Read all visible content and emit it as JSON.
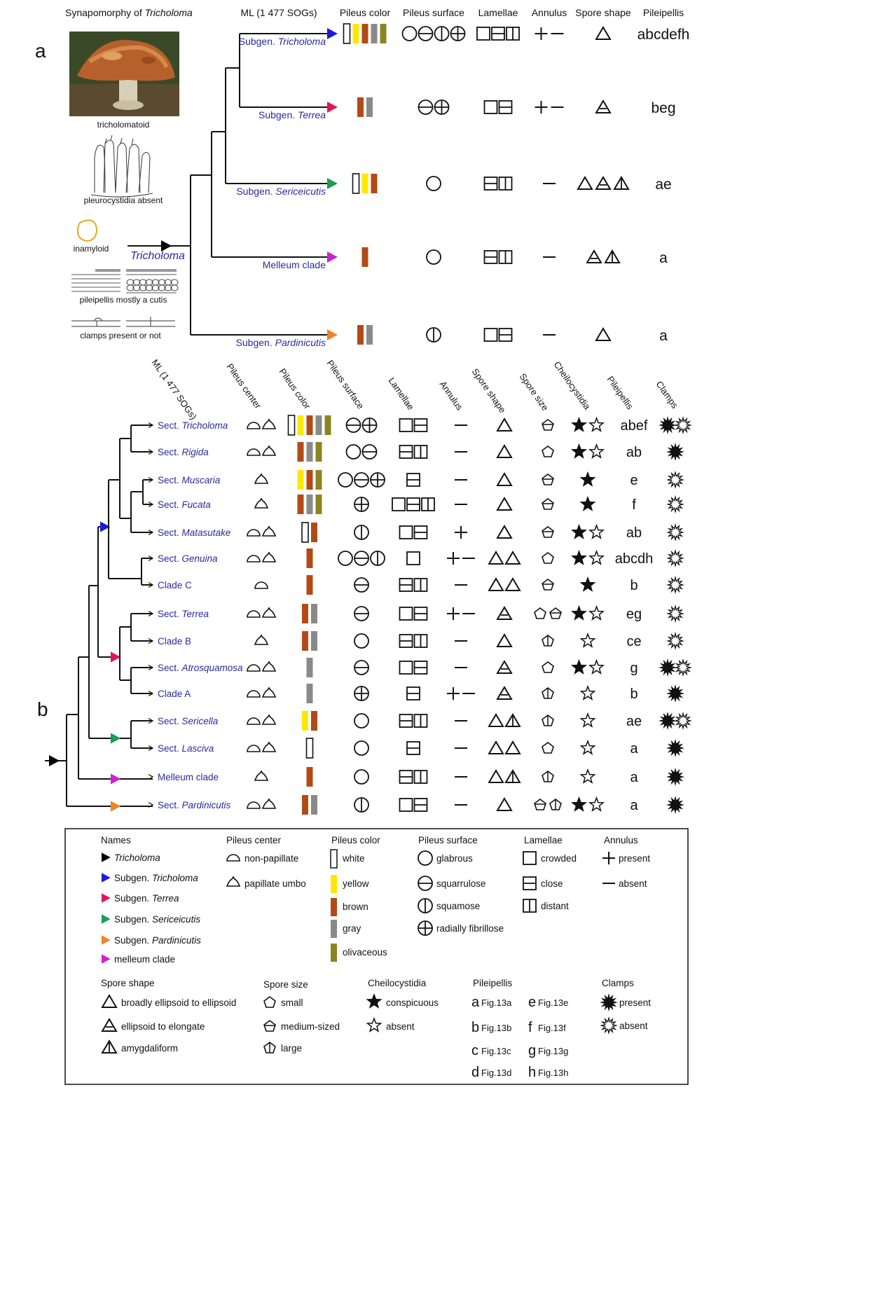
{
  "colors": {
    "white": "#ffffff",
    "yellow": "#ffe800",
    "brown": "#b34a16",
    "gray": "#8a8a8a",
    "olivaceous": "#8c8420",
    "blue": "#1a1adf",
    "red": "#e3155a",
    "green": "#1a9e50",
    "orange": "#ee8422",
    "magenta": "#d022d0",
    "black": "#000000",
    "text_blue": "#2a2aa0"
  },
  "panel_a": {
    "panel_label": "a",
    "synapomorphy": {
      "title_prefix": "Synapomorphy of ",
      "title_italic": "Tricholoma",
      "photo_caption": "tricholomatoid",
      "caption_cystidia": "pleurocystidia absent",
      "caption_amyloid": "inamyloid",
      "caption_cutis": "pileipellis mostly a cutis",
      "caption_clamps": "clamps present or not"
    },
    "tree_title": "ML (1 477 SOGs)",
    "root_label": "Tricholoma",
    "headers": [
      "Pileus color",
      "Pileus surface",
      "Lamellae",
      "Annulus",
      "Spore shape",
      "Pileipellis"
    ],
    "rows": [
      {
        "prefix": "Subgen. ",
        "name": "Tricholoma",
        "arrow": "blue",
        "colors": [
          "white",
          "yellow",
          "brown",
          "gray",
          "olivaceous"
        ],
        "surface": [
          "glabrous",
          "squarrulose",
          "squamose",
          "radially"
        ],
        "lamellae": [
          "crowded",
          "close",
          "distant"
        ],
        "annulus": [
          "present",
          "absent"
        ],
        "spore": [
          "ellipsoid"
        ],
        "pileipellis": "abcdefh"
      },
      {
        "prefix": "Subgen. ",
        "name": "Terrea",
        "arrow": "red",
        "colors": [
          "brown",
          "gray"
        ],
        "surface": [
          "squarrulose",
          "radially"
        ],
        "lamellae": [
          "crowded",
          "close"
        ],
        "annulus": [
          "present",
          "absent"
        ],
        "spore": [
          "elongate"
        ],
        "pileipellis": "beg"
      },
      {
        "prefix": "Subgen. ",
        "name": "Sericeicutis",
        "arrow": "green",
        "colors": [
          "white",
          "yellow",
          "brown"
        ],
        "surface": [
          "glabrous"
        ],
        "lamellae": [
          "close",
          "distant"
        ],
        "annulus": [
          "absent"
        ],
        "spore": [
          "ellipsoid",
          "elongate",
          "amygdaliform"
        ],
        "pileipellis": "ae"
      },
      {
        "prefix": "",
        "name": "Melleum clade",
        "arrow": "magenta",
        "colors": [
          "brown"
        ],
        "surface": [
          "glabrous"
        ],
        "lamellae": [
          "close",
          "distant"
        ],
        "annulus": [
          "absent"
        ],
        "spore": [
          "elongate",
          "amygdaliform"
        ],
        "pileipellis": "a"
      },
      {
        "prefix": "Subgen. ",
        "name": "Pardinicutis",
        "arrow": "orange",
        "colors": [
          "brown",
          "gray"
        ],
        "surface": [
          "squamose"
        ],
        "lamellae": [
          "crowded",
          "close"
        ],
        "annulus": [
          "absent"
        ],
        "spore": [
          "ellipsoid"
        ],
        "pileipellis": "a"
      }
    ]
  },
  "panel_b": {
    "panel_label": "b",
    "headers": [
      "ML (1 477 SOGs)",
      "Pileus center",
      "Pileus color",
      "Pileus surface",
      "Lamellae",
      "Annulus",
      "Spore shape",
      "Spore size",
      "Cheilocystidia",
      "Pileipellis",
      "Clamps"
    ],
    "rows": [
      {
        "prefix": "Sect. ",
        "name": "Tricholoma",
        "center": [
          "non",
          "papillate"
        ],
        "colors": [
          "white",
          "yellow",
          "brown",
          "gray",
          "olivaceous"
        ],
        "surface": [
          "squarrulose",
          "radially"
        ],
        "lamellae": [
          "crowded",
          "close"
        ],
        "annulus": [
          "absent"
        ],
        "spore_shape": [
          "ellipsoid"
        ],
        "spore_size": [
          "medium"
        ],
        "cheilo": [
          "conspicuous",
          "absent"
        ],
        "pileipellis": "abef",
        "clamps": [
          "present",
          "absent"
        ]
      },
      {
        "prefix": "Sect. ",
        "name": "Rigida",
        "center": [
          "non",
          "papillate"
        ],
        "colors": [
          "brown",
          "gray",
          "olivaceous"
        ],
        "surface": [
          "glabrous",
          "squarrulose"
        ],
        "lamellae": [
          "close",
          "distant"
        ],
        "annulus": [
          "absent"
        ],
        "spore_shape": [
          "ellipsoid"
        ],
        "spore_size": [
          "small"
        ],
        "cheilo": [
          "conspicuous",
          "absent"
        ],
        "pileipellis": "ab",
        "clamps": [
          "present"
        ]
      },
      {
        "prefix": "Sect. ",
        "name": "Muscaria",
        "center": [
          "papillate"
        ],
        "colors": [
          "yellow",
          "brown",
          "olivaceous"
        ],
        "surface": [
          "glabrous",
          "squarrulose",
          "radially"
        ],
        "lamellae": [
          "close"
        ],
        "annulus": [
          "absent"
        ],
        "spore_shape": [
          "ellipsoid"
        ],
        "spore_size": [
          "medium"
        ],
        "cheilo": [
          "conspicuous"
        ],
        "pileipellis": "e",
        "clamps": [
          "absent"
        ]
      },
      {
        "prefix": "Sect. ",
        "name": "Fucata",
        "center": [
          "papillate"
        ],
        "colors": [
          "brown",
          "gray",
          "olivaceous"
        ],
        "surface": [
          "radially"
        ],
        "lamellae": [
          "crowded",
          "close",
          "distant"
        ],
        "annulus": [
          "absent"
        ],
        "spore_shape": [
          "ellipsoid"
        ],
        "spore_size": [
          "medium"
        ],
        "cheilo": [
          "conspicuous"
        ],
        "pileipellis": "f",
        "clamps": [
          "absent"
        ]
      },
      {
        "prefix": "Sect. ",
        "name": "Matasutake",
        "center": [
          "non",
          "papillate"
        ],
        "colors": [
          "white",
          "brown"
        ],
        "surface": [
          "squamose"
        ],
        "lamellae": [
          "crowded",
          "close"
        ],
        "annulus": [
          "present"
        ],
        "spore_shape": [
          "ellipsoid"
        ],
        "spore_size": [
          "medium"
        ],
        "cheilo": [
          "conspicuous",
          "absent"
        ],
        "pileipellis": "ab",
        "clamps": [
          "absent"
        ]
      },
      {
        "prefix": "Sect. ",
        "name": "Genuina",
        "center": [
          "non",
          "papillate"
        ],
        "colors": [
          "brown"
        ],
        "surface": [
          "glabrous",
          "squarrulose",
          "squamose"
        ],
        "lamellae": [
          "crowded"
        ],
        "annulus": [
          "present",
          "absent"
        ],
        "spore_shape": [
          "ellipsoid",
          "ellipsoid"
        ],
        "spore_size": [
          "small"
        ],
        "cheilo": [
          "conspicuous",
          "absent"
        ],
        "pileipellis": "abcdh",
        "clamps": [
          "absent"
        ]
      },
      {
        "prefix": "",
        "name": "Clade C",
        "center": [
          "non"
        ],
        "colors": [
          "brown"
        ],
        "surface": [
          "squarrulose"
        ],
        "lamellae": [
          "close",
          "distant"
        ],
        "annulus": [
          "absent"
        ],
        "spore_shape": [
          "ellipsoid",
          "ellipsoid"
        ],
        "spore_size": [
          "medium"
        ],
        "cheilo": [
          "conspicuous"
        ],
        "pileipellis": "b",
        "clamps": [
          "absent"
        ]
      },
      {
        "prefix": "Sect. ",
        "name": "Terrea",
        "center": [
          "non",
          "papillate"
        ],
        "colors": [
          "brown",
          "gray"
        ],
        "surface": [
          "squarrulose"
        ],
        "lamellae": [
          "crowded",
          "close"
        ],
        "annulus": [
          "present",
          "absent"
        ],
        "spore_shape": [
          "elongate"
        ],
        "spore_size": [
          "small",
          "medium"
        ],
        "cheilo": [
          "conspicuous",
          "absent"
        ],
        "pileipellis": "eg",
        "clamps": [
          "absent"
        ]
      },
      {
        "prefix": "",
        "name": "Clade B",
        "center": [
          "papillate"
        ],
        "colors": [
          "brown",
          "gray"
        ],
        "surface": [
          "glabrous"
        ],
        "lamellae": [
          "close",
          "distant"
        ],
        "annulus": [
          "absent"
        ],
        "spore_shape": [
          "ellipsoid"
        ],
        "spore_size": [
          "large"
        ],
        "cheilo": [
          "absent"
        ],
        "pileipellis": "ce",
        "clamps": [
          "absent"
        ]
      },
      {
        "prefix": "Sect. ",
        "name": "Atrosquamosa",
        "center": [
          "non",
          "papillate"
        ],
        "colors": [
          "gray"
        ],
        "surface": [
          "squarrulose"
        ],
        "lamellae": [
          "crowded",
          "close"
        ],
        "annulus": [
          "absent"
        ],
        "spore_shape": [
          "elongate"
        ],
        "spore_size": [
          "small"
        ],
        "cheilo": [
          "conspicuous",
          "absent"
        ],
        "pileipellis": "g",
        "clamps": [
          "present",
          "absent"
        ]
      },
      {
        "prefix": "",
        "name": "Clade A",
        "center": [
          "non",
          "papillate"
        ],
        "colors": [
          "gray"
        ],
        "surface": [
          "radially"
        ],
        "lamellae": [
          "close"
        ],
        "annulus": [
          "present",
          "absent"
        ],
        "spore_shape": [
          "elongate"
        ],
        "spore_size": [
          "large"
        ],
        "cheilo": [
          "absent"
        ],
        "pileipellis": "b",
        "clamps": [
          "present"
        ]
      },
      {
        "prefix": "Sect. ",
        "name": "Sericella",
        "center": [
          "non",
          "papillate"
        ],
        "colors": [
          "yellow",
          "brown"
        ],
        "surface": [
          "glabrous"
        ],
        "lamellae": [
          "close",
          "distant"
        ],
        "annulus": [
          "absent"
        ],
        "spore_shape": [
          "ellipsoid",
          "amygdaliform"
        ],
        "spore_size": [
          "large"
        ],
        "cheilo": [
          "absent"
        ],
        "pileipellis": "ae",
        "clamps": [
          "present",
          "absent"
        ]
      },
      {
        "prefix": "Sect. ",
        "name": "Lasciva",
        "center": [
          "non",
          "papillate"
        ],
        "colors": [
          "white"
        ],
        "surface": [
          "glabrous"
        ],
        "lamellae": [
          "close"
        ],
        "annulus": [
          "absent"
        ],
        "spore_shape": [
          "ellipsoid",
          "ellipsoid"
        ],
        "spore_size": [
          "small"
        ],
        "cheilo": [
          "absent"
        ],
        "pileipellis": "a",
        "clamps": [
          "present"
        ]
      },
      {
        "prefix": "",
        "name": "Melleum clade",
        "center": [
          "papillate"
        ],
        "colors": [
          "brown"
        ],
        "surface": [
          "glabrous"
        ],
        "lamellae": [
          "close",
          "distant"
        ],
        "annulus": [
          "absent"
        ],
        "spore_shape": [
          "ellipsoid",
          "amygdaliform"
        ],
        "spore_size": [
          "large"
        ],
        "cheilo": [
          "absent"
        ],
        "pileipellis": "a",
        "clamps": [
          "present"
        ]
      },
      {
        "prefix": "Sect. ",
        "name": "Pardinicutis",
        "center": [
          "non",
          "papillate"
        ],
        "colors": [
          "brown",
          "gray"
        ],
        "surface": [
          "squamose"
        ],
        "lamellae": [
          "crowded",
          "close"
        ],
        "annulus": [
          "absent"
        ],
        "spore_shape": [
          "ellipsoid"
        ],
        "spore_size": [
          "medium",
          "large"
        ],
        "cheilo": [
          "conspicuous",
          "absent"
        ],
        "pileipellis": "a",
        "clamps": [
          "present"
        ]
      }
    ]
  },
  "legend": {
    "names_header": "Names",
    "names": [
      {
        "color": "black",
        "prefix": "",
        "name": "Tricholoma"
      },
      {
        "color": "blue",
        "prefix": "Subgen. ",
        "name": "Tricholoma"
      },
      {
        "color": "red",
        "prefix": "Subgen. ",
        "name": "Terrea"
      },
      {
        "color": "green",
        "prefix": "Subgen. ",
        "name": "Sericeicutis"
      },
      {
        "color": "orange",
        "prefix": "Subgen. ",
        "name": "Pardinicutis"
      },
      {
        "color": "magenta",
        "prefix": "",
        "name": "melleum clade"
      }
    ],
    "pileus_center_header": "Pileus center",
    "pileus_center": [
      {
        "symbol": "non",
        "label": "non-papillate"
      },
      {
        "symbol": "papillate",
        "label": "papillate umbo"
      }
    ],
    "pileus_color_header": "Pileus color",
    "pileus_color": [
      {
        "color": "white",
        "label": "white"
      },
      {
        "color": "yellow",
        "label": "yellow"
      },
      {
        "color": "brown",
        "label": "brown"
      },
      {
        "color": "gray",
        "label": "gray"
      },
      {
        "color": "olivaceous",
        "label": "olivaceous"
      }
    ],
    "pileus_surface_header": "Pileus surface",
    "pileus_surface": [
      {
        "symbol": "glabrous",
        "label": "glabrous"
      },
      {
        "symbol": "squarrulose",
        "label": "squarrulose"
      },
      {
        "symbol": "squamose",
        "label": "squamose"
      },
      {
        "symbol": "radially",
        "label": "radially fibrillose"
      }
    ],
    "lamellae_header": "Lamellae",
    "lamellae": [
      {
        "symbol": "crowded",
        "label": "crowded"
      },
      {
        "symbol": "close",
        "label": "close"
      },
      {
        "symbol": "distant",
        "label": "distant"
      }
    ],
    "annulus_header": "Annulus",
    "annulus": [
      {
        "symbol": "present",
        "label": "present"
      },
      {
        "symbol": "absent",
        "label": "absent"
      }
    ],
    "spore_shape_header": "Spore shape",
    "spore_shape": [
      {
        "symbol": "ellipsoid",
        "label": "broadly ellipsoid to ellipsoid"
      },
      {
        "symbol": "elongate",
        "label": "ellipsoid to elongate"
      },
      {
        "symbol": "amygdaliform",
        "label": "amygdaliform"
      }
    ],
    "spore_size_header": "Spore size",
    "spore_size": [
      {
        "symbol": "small",
        "label": "small"
      },
      {
        "symbol": "medium",
        "label": "medium-sized"
      },
      {
        "symbol": "large",
        "label": "large"
      }
    ],
    "cheilo_header": "Cheilocystidia",
    "cheilo": [
      {
        "symbol": "conspicuous",
        "label": "conspicuous"
      },
      {
        "symbol": "absent",
        "label": "absent"
      }
    ],
    "pileipellis_header": "Pileipellis",
    "pileipellis": [
      {
        "letter": "a",
        "ref": "Fig.13a"
      },
      {
        "letter": "b",
        "ref": "Fig.13b"
      },
      {
        "letter": "c",
        "ref": "Fig.13c"
      },
      {
        "letter": "d",
        "ref": "Fig.13d"
      },
      {
        "letter": "e",
        "ref": "Fig.13e"
      },
      {
        "letter": "f",
        "ref": "Fig.13f"
      },
      {
        "letter": "g",
        "ref": "Fig.13g"
      },
      {
        "letter": "h",
        "ref": "Fig.13h"
      }
    ],
    "clamps_header": "Clamps",
    "clamps": [
      {
        "symbol": "present",
        "label": "present"
      },
      {
        "symbol": "absent",
        "label": "absent"
      }
    ]
  }
}
